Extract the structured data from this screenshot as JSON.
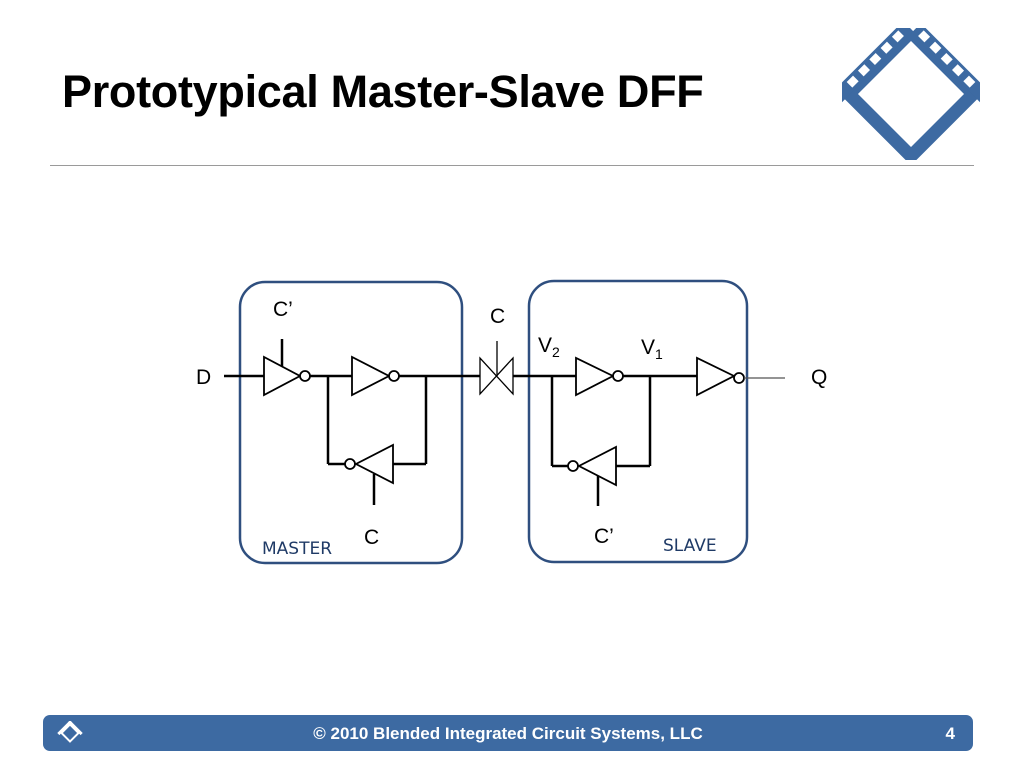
{
  "slide": {
    "title": "Prototypical Master-Slave DFF"
  },
  "diagram": {
    "labels": {
      "input": "D",
      "output": "Q",
      "master_top_clock": "C’",
      "master_bottom_clock": "C",
      "transmission_gate_clock": "C",
      "slave_bottom_clock": "C’",
      "v2": "V",
      "v2_sub": "2",
      "v1": "V",
      "v1_sub": "1",
      "master_box": "MASTER",
      "slave_box": "SLAVE"
    },
    "colors": {
      "box_border": "#2f4f7f",
      "wire": "#000000"
    }
  },
  "footer": {
    "copyright": "© 2010 Blended Integrated Circuit Systems, LLC",
    "page_number": "4",
    "bar_color": "#3d6aa2"
  },
  "logo": {
    "icon": "diamond-film-logo-icon",
    "color": "#3d6aa2"
  }
}
